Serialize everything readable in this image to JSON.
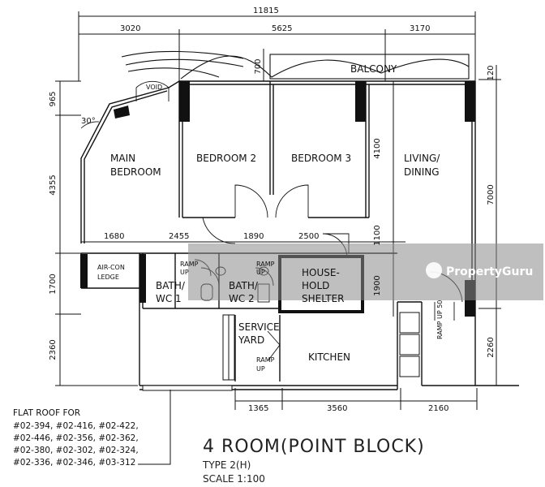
{
  "dimensions": {
    "overall_width": "11815",
    "top": [
      "3020",
      "5625",
      "3170"
    ],
    "left": [
      "965",
      "4355",
      "1700",
      "2360"
    ],
    "right": [
      "120",
      "7000",
      "2260"
    ],
    "balcony_depth": "700",
    "living_depth": "4100",
    "mid_height_a": "1100",
    "mid_height_b": "1900",
    "mid_row": [
      "1680",
      "2455",
      "1890",
      "2500"
    ],
    "bottom": [
      "1365",
      "3560",
      "2160"
    ],
    "angle": "30°"
  },
  "rooms": {
    "balcony": "BALCONY",
    "void": "VOID",
    "main_bedroom_1": "MAIN",
    "main_bedroom_2": "BEDROOM",
    "bedroom2": "BEDROOM 2",
    "bedroom3": "BEDROOM 3",
    "living_1": "LIVING/",
    "living_2": "DINING",
    "aircon_1": "AIR-CON",
    "aircon_2": "LEDGE",
    "bath1_1": "BATH/",
    "bath1_2": "WC 1",
    "bath2_1": "BATH/",
    "bath2_2": "WC 2",
    "shelter_1": "HOUSE-",
    "shelter_2": "HOLD",
    "shelter_3": "SHELTER",
    "service_1": "SERVICE",
    "service_2": "YARD",
    "kitchen": "KITCHEN",
    "ramp_up": "RAMP",
    "ramp_up2": "UP",
    "ramp_50": "RAMP UP 50"
  },
  "notes": {
    "flat_roof_title": "FLAT ROOF FOR",
    "flat_roof_lines": [
      "#02-394, #02-416, #02-422,",
      "#02-446, #02-356, #02-362,",
      "#02-380, #02-302, #02-324,",
      "#02-336, #02-346, #03-312"
    ]
  },
  "title": {
    "main": "4 ROOM(POINT BLOCK)",
    "type": "TYPE 2(H)",
    "scale": "SCALE 1:100"
  },
  "watermark": {
    "brand": "PropertyGuru"
  },
  "colors": {
    "ink": "#111111",
    "watermark": "#8a8a8a"
  }
}
